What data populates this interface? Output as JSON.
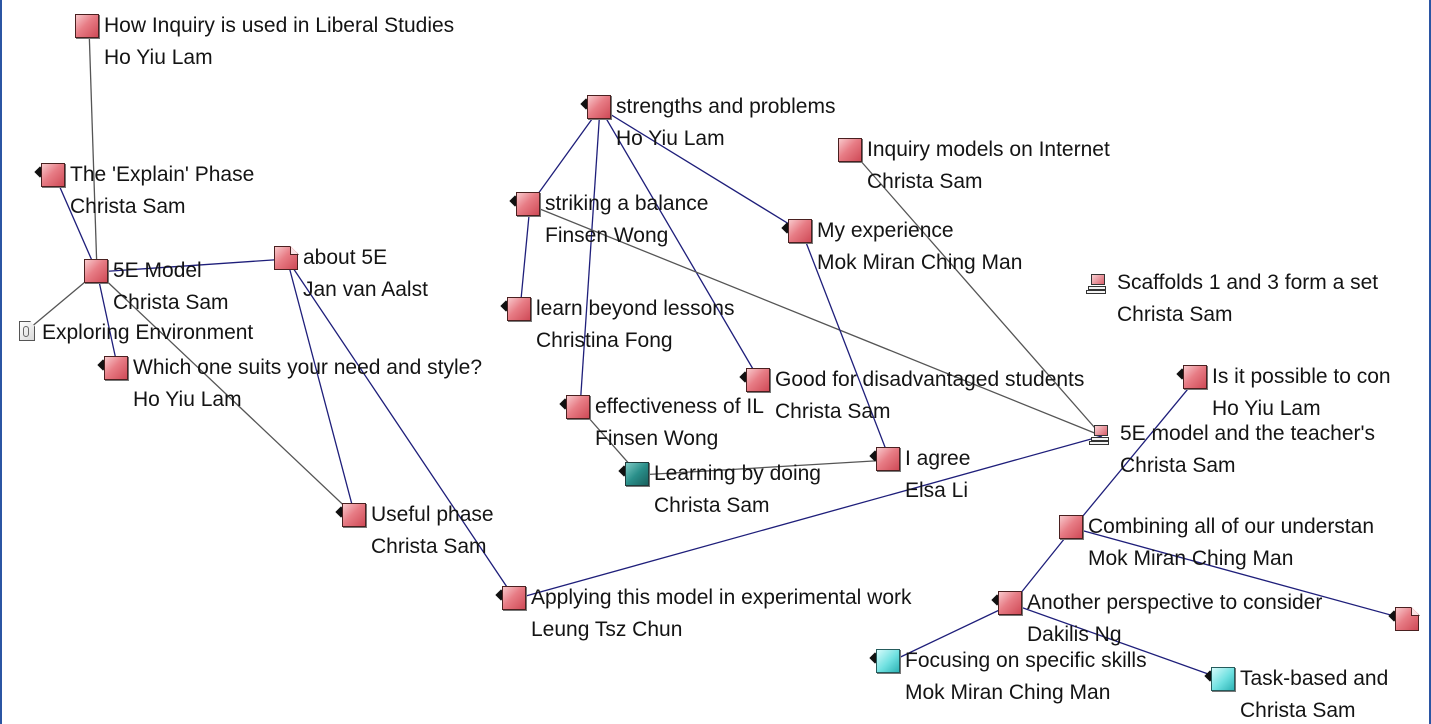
{
  "nodes": [
    {
      "title": "How Inquiry is used in Liberal Studies",
      "author": "Ho Yiu Lam",
      "type": "note-red",
      "dot": false
    },
    {
      "title": "The 'Explain' Phase",
      "author": "Christa Sam",
      "type": "note-red",
      "dot": true
    },
    {
      "title": "5E Model",
      "author": "Christa Sam",
      "type": "note-red",
      "dot": false
    },
    {
      "title": "about 5E",
      "author": "Jan van Aalst",
      "type": "note-folded",
      "dot": false
    },
    {
      "title": "Exploring Environment",
      "author": "",
      "type": "attachment",
      "dot": false
    },
    {
      "title": "Which one suits your need and style?",
      "author": "Ho Yiu Lam",
      "type": "note-red",
      "dot": true
    },
    {
      "title": "Useful phase",
      "author": "Christa Sam",
      "type": "note-red",
      "dot": true
    },
    {
      "title": "strengths and problems",
      "author": "Ho Yiu Lam",
      "type": "note-red",
      "dot": true
    },
    {
      "title": "striking a balance",
      "author": "Finsen Wong",
      "type": "note-red",
      "dot": true
    },
    {
      "title": "learn beyond lessons",
      "author": "Christina Fong",
      "type": "note-red",
      "dot": true
    },
    {
      "title": "effectiveness of IL",
      "author": "Finsen Wong",
      "type": "note-red",
      "dot": true
    },
    {
      "title": "Learning by doing",
      "author": "Christa Sam",
      "type": "note-teal",
      "dot": true
    },
    {
      "title": "My experience",
      "author": "Mok Miran Ching Man",
      "type": "note-red",
      "dot": true
    },
    {
      "title": "Good for disadvantaged students",
      "author": "Christa Sam",
      "type": "note-red",
      "dot": true
    },
    {
      "title": "I agree",
      "author": "Elsa Li",
      "type": "note-red",
      "dot": true
    },
    {
      "title": "Inquiry models on Internet",
      "author": "Christa Sam",
      "type": "note-red",
      "dot": false
    },
    {
      "title": "Scaffolds 1 and 3 form a set",
      "author": "Christa Sam",
      "type": "stack",
      "dot": false
    },
    {
      "title": "Is it possible to con",
      "author": "Ho Yiu Lam",
      "type": "note-red",
      "dot": true
    },
    {
      "title": "5E model and the teacher's",
      "author": "Christa Sam",
      "type": "stack",
      "dot": false
    },
    {
      "title": "Combining all of our understan",
      "author": "Mok Miran Ching Man",
      "type": "note-red",
      "dot": false
    },
    {
      "title": "Applying this model in experimental work",
      "author": "Leung Tsz Chun",
      "type": "note-red",
      "dot": true
    },
    {
      "title": "Another perspective to consider",
      "author": "Dakilis Ng",
      "type": "note-red",
      "dot": true
    },
    {
      "title": "Focusing on specific skills",
      "author": "Mok Miran Ching Man",
      "type": "note-cyan",
      "dot": true
    },
    {
      "title": "Task-based and",
      "author": "Christa Sam",
      "type": "note-cyan",
      "dot": true
    },
    {
      "title": "",
      "author": "",
      "type": "note-folded",
      "dot": true
    }
  ]
}
